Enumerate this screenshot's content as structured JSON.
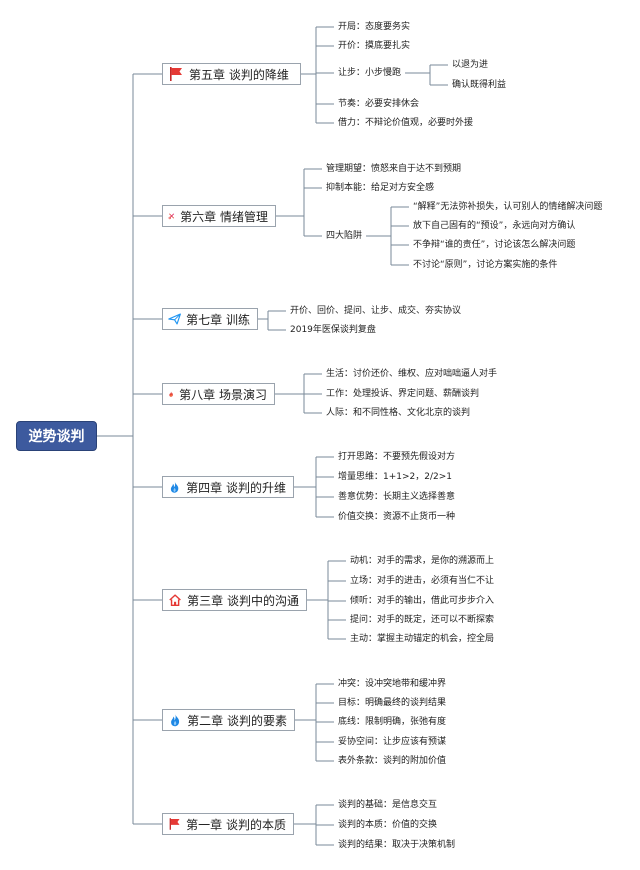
{
  "title": "逆势谈判",
  "colors": {
    "root_bg": "#3d5a9e",
    "line": "#7a8a99"
  },
  "chapters": [
    {
      "icon": "red-flag-icon",
      "label": "第五章 谈判的降维",
      "items": [
        {
          "text": "开局：态度要务实"
        },
        {
          "text": "开价：摸底要扎实"
        },
        {
          "text": "让步：小步慢跑",
          "children": [
            "以退为进",
            "确认既得利益"
          ]
        },
        {
          "text": "节奏：必要安排休会"
        },
        {
          "text": "借力：不辩论价值观，必要时外援"
        }
      ]
    },
    {
      "icon": "scissors-icon",
      "label": "第六章 情绪管理",
      "items": [
        {
          "text": "管理期望：愤怒来自于达不到预期"
        },
        {
          "text": "抑制本能：给足对方安全感"
        },
        {
          "text": "四大陷阱",
          "children": [
            "“解释”无法弥补损失，认可别人的情绪解决问题",
            "放下自己固有的“预设”，永远向对方确认",
            "不争辩“谁的责任”，讨论该怎么解决问题",
            "不讨论“原则”，讨论方案实施的条件"
          ]
        }
      ]
    },
    {
      "icon": "paper-plane-icon",
      "label": "第七章 训练",
      "items": [
        {
          "text": "开价、回价、提问、让步、成交、夯实协议"
        },
        {
          "text": "2019年医保谈判复盘"
        }
      ]
    },
    {
      "icon": "fire-red-icon",
      "label": "第八章 场景演习",
      "items": [
        {
          "text": "生活：讨价还价、维权、应对咄咄逼人对手"
        },
        {
          "text": "工作：处理投诉、界定问题、薪酬谈判"
        },
        {
          "text": "人际：和不同性格、文化北京的谈判"
        }
      ]
    },
    {
      "icon": "fire-blue-icon",
      "label": "第四章 谈判的升维",
      "items": [
        {
          "text": "打开思路：不要预先假设对方"
        },
        {
          "text": "增量思维：1+1>2，2/2>1"
        },
        {
          "text": "善意优势：长期主义选择善意"
        },
        {
          "text": "价值交换：资源不止货币一种"
        }
      ]
    },
    {
      "icon": "house-icon",
      "label": "第三章 谈判中的沟通",
      "items": [
        {
          "text": "动机：对手的需求，是你的溯源而上"
        },
        {
          "text": "立场：对手的进击，必须有当仁不让"
        },
        {
          "text": "倾听：对手的输出，借此可步步介入"
        },
        {
          "text": "提问：对手的既定，还可以不断探索"
        },
        {
          "text": "主动：掌握主动锚定的机会，控全局"
        }
      ]
    },
    {
      "icon": "fire-blue-icon",
      "label": "第二章 谈判的要素",
      "items": [
        {
          "text": "冲突：设冲突地带和缓冲界"
        },
        {
          "text": "目标：明确最终的谈判结果"
        },
        {
          "text": "底线：限制明确，张弛有度"
        },
        {
          "text": "妥协空间：让步应该有预谋"
        },
        {
          "text": "表外条款：谈判的附加价值"
        }
      ]
    },
    {
      "icon": "red-flag-icon",
      "label": "第一章 谈判的本质",
      "items": [
        {
          "text": "谈判的基础：是信息交互"
        },
        {
          "text": "谈判的本质：价值的交换"
        },
        {
          "text": "谈判的结果：取决于决策机制"
        }
      ]
    }
  ]
}
